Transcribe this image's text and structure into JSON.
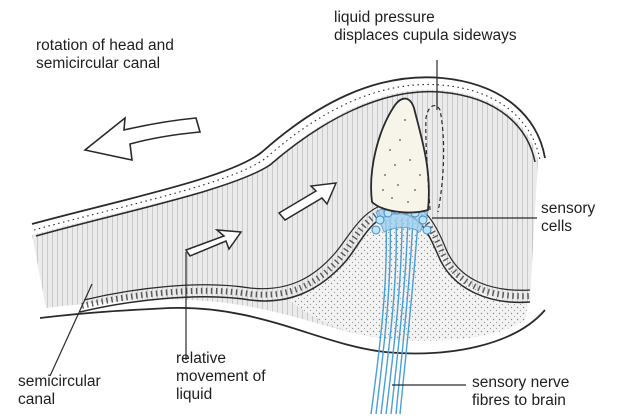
{
  "labels": {
    "rotation": [
      "rotation of head and",
      "semicircular canal"
    ],
    "pressure": [
      "liquid pressure",
      "displaces cupula sideways"
    ],
    "sensory_cells": [
      "sensory",
      "cells"
    ],
    "semicircular_canal": [
      "semicircular",
      "canal"
    ],
    "relative_movement": [
      "relative",
      "movement of",
      "liquid"
    ],
    "sensory_nerve": [
      "sensory nerve",
      "fibres to brain"
    ]
  },
  "colors": {
    "ink": "#2a2a2a",
    "liquid": "#e4e4e4",
    "nerve": "#4a9fd8",
    "cupula": "#f7f4ea"
  }
}
